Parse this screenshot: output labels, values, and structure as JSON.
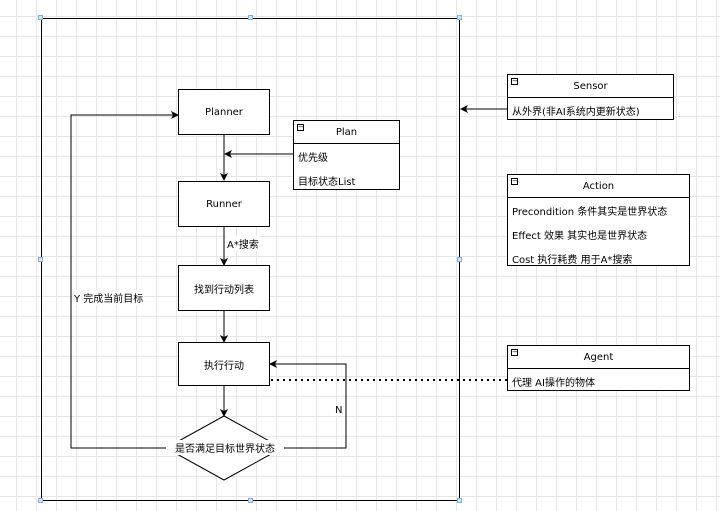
{
  "nodes": {
    "planner": "Planner",
    "runner": "Runner",
    "find_actions": "找到行动列表",
    "execute": "执行行动",
    "decision": "是否满足目标世界状态"
  },
  "edge_labels": {
    "astar": "A*搜索",
    "yes": "Y 完成当前目标",
    "no": "N"
  },
  "plan": {
    "title": "Plan",
    "items": [
      "优先级",
      "目标状态List"
    ]
  },
  "sensor": {
    "title": "Sensor",
    "items": [
      "从外界(非AI系统内更新状态)"
    ]
  },
  "action": {
    "title": "Action",
    "items": [
      "Precondition 条件其实是世界状态",
      "Effect  效果 其实也是世界状态",
      "Cost 执行耗费 用于A*搜索"
    ]
  },
  "agent": {
    "title": "Agent",
    "items": [
      "代理 AI操作的物体"
    ]
  },
  "icons": {
    "collapse": "minus-icon"
  }
}
